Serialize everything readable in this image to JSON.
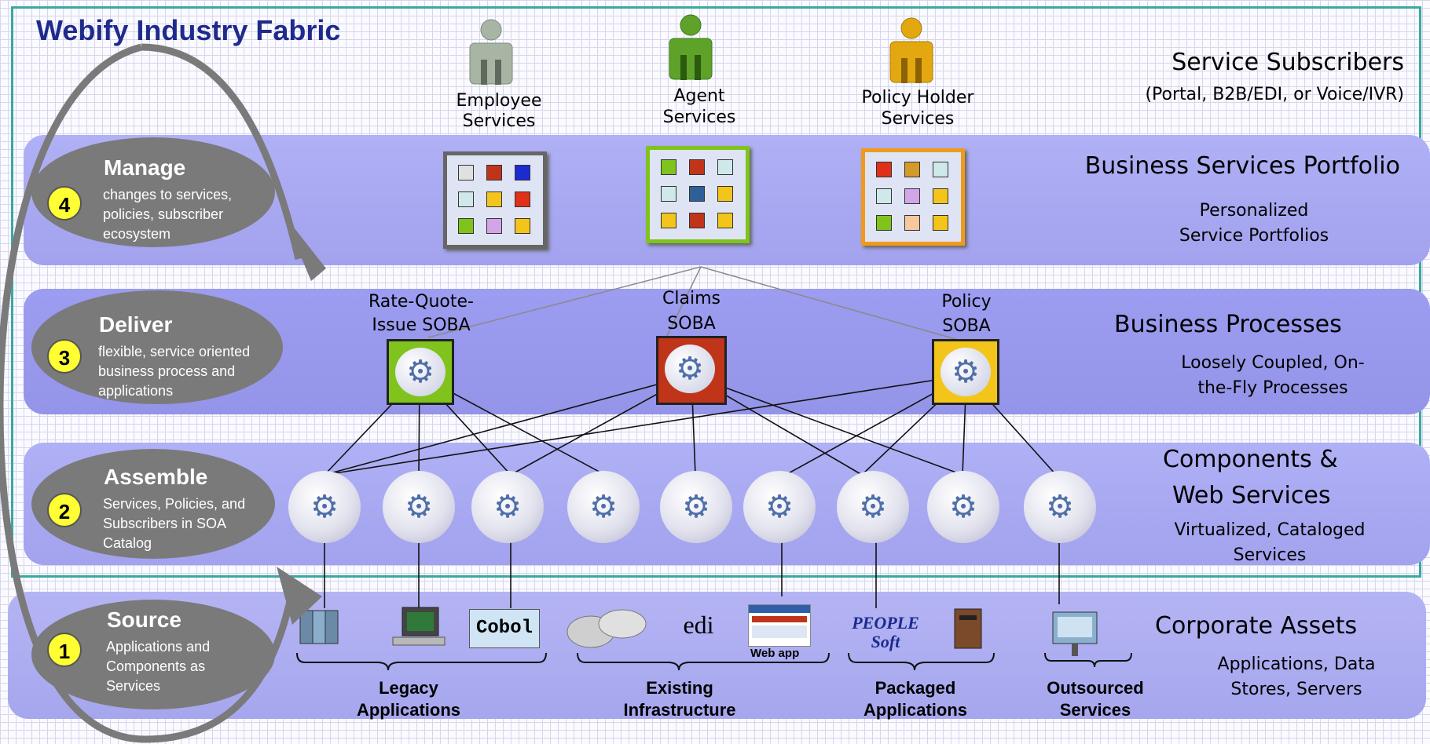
{
  "title": "Webify Industry Fabric",
  "subscribers": {
    "heading": "Service Subscribers",
    "sub": "(Portal, B2B/EDI, or Voice/IVR)",
    "employee": [
      "Employee",
      "Services"
    ],
    "agent": [
      "Agent",
      "Services"
    ],
    "policy_holder": [
      "Policy Holder",
      "Services"
    ]
  },
  "layers": {
    "portfolio": {
      "heading": "Business Services Portfolio",
      "sub": [
        "Personalized",
        "Service Portfolios"
      ]
    },
    "processes": {
      "heading": "Business Processes",
      "sub": [
        "Loosely Coupled, On-",
        "the-Fly Processes"
      ]
    },
    "components": {
      "heading": [
        "Components &",
        "Web Services"
      ],
      "sub": [
        "Virtualized, Cataloged",
        "Services"
      ]
    },
    "assets": {
      "heading": "Corporate Assets",
      "sub": [
        "Applications, Data",
        "Stores, Servers"
      ]
    }
  },
  "steps": [
    {
      "num": "4",
      "title": "Manage",
      "desc": "changes to services, policies, subscriber ecosystem"
    },
    {
      "num": "3",
      "title": "Deliver",
      "desc": "flexible, service oriented business process and applications"
    },
    {
      "num": "2",
      "title": "Assemble",
      "desc": "Services, Policies, and Subscribers in SOA Catalog"
    },
    {
      "num": "1",
      "title": "Source",
      "desc": "Applications and Components as Services"
    }
  ],
  "sobas": [
    {
      "label": [
        "Rate-Quote-",
        "Issue SOBA"
      ],
      "color": "#7fc31c"
    },
    {
      "label": [
        "Claims",
        "SOBA"
      ],
      "color": "#c0341a"
    },
    {
      "label": [
        "Policy",
        "SOBA"
      ],
      "color": "#f3c51a"
    }
  ],
  "assets": {
    "cobol": "Cobol",
    "edi": "edi",
    "webapp": "Web app",
    "peoplesoft": "PEOPLESoft"
  },
  "groups": [
    [
      "Legacy",
      "Applications"
    ],
    [
      "Existing",
      "Infrastructure"
    ],
    [
      "Packaged",
      "Applications"
    ],
    [
      "Outsourced",
      "Services"
    ]
  ],
  "colors": {
    "frame": "#3aa9a2",
    "title": "#1e2a8c",
    "band": "#a8a8f2",
    "oval": "#7a7a7a",
    "step_num": "#ffff33",
    "employee": "#a8b5a5",
    "agent": "#5ea22a",
    "policy_holder": "#e3a80f"
  }
}
